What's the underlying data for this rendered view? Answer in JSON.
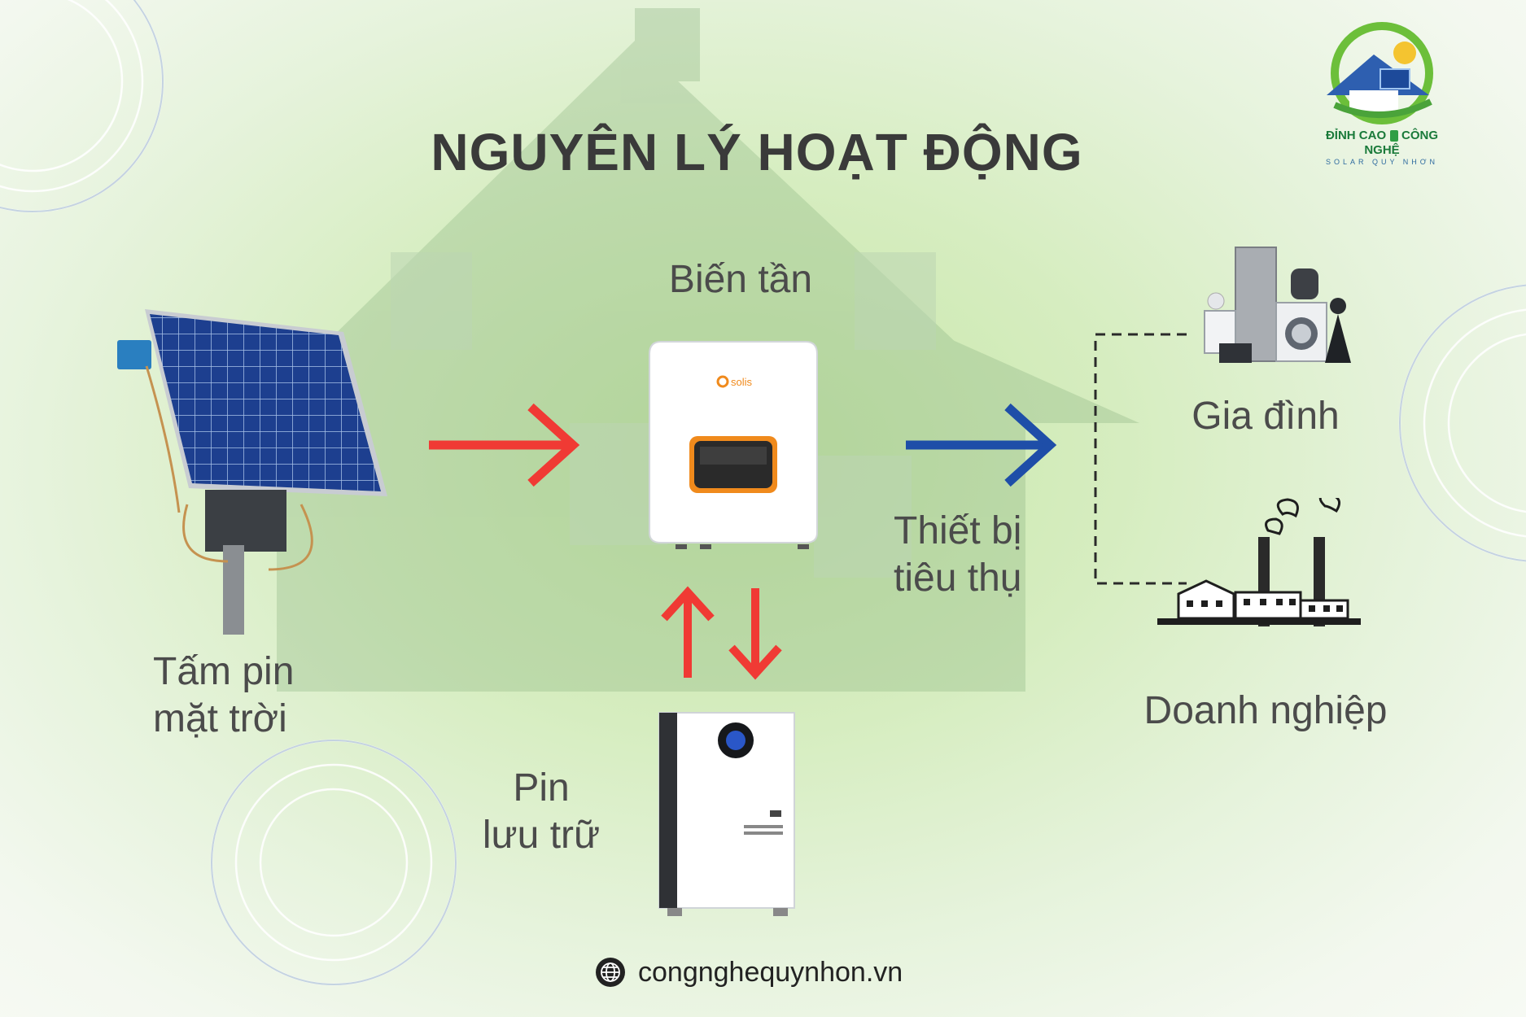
{
  "title": "NGUYÊN LÝ HOẠT ĐỘNG",
  "logo": {
    "name_left": "ĐỈNH CAO",
    "name_right": "CÔNG NGHỆ",
    "subtitle": "SOLAR QUY NHƠN"
  },
  "nodes": {
    "solar_panel": {
      "line1": "Tấm pin",
      "line2": "mặt trời",
      "icon": "solar-panel-icon"
    },
    "inverter": {
      "label": "Biến tần",
      "brand": "solis",
      "icon": "inverter-icon"
    },
    "battery": {
      "line1": "Pin",
      "line2": "lưu trữ",
      "icon": "battery-icon"
    },
    "consumers": {
      "line1": "Thiết bị",
      "line2": "tiêu thụ"
    },
    "household": {
      "label": "Gia đình",
      "icon": "home-appliances-icon"
    },
    "business": {
      "label": "Doanh nghiệp",
      "icon": "factory-icon"
    }
  },
  "website": {
    "url": "congnghequynhon.vn",
    "icon": "globe-icon"
  },
  "colors": {
    "title": "#3a3a3a",
    "label": "#4b4b4b",
    "arrow_input": "#f03a34",
    "arrow_output": "#1e4ea8",
    "connector": "#2a2a2a",
    "inverter_accent": "#f08a1c"
  }
}
